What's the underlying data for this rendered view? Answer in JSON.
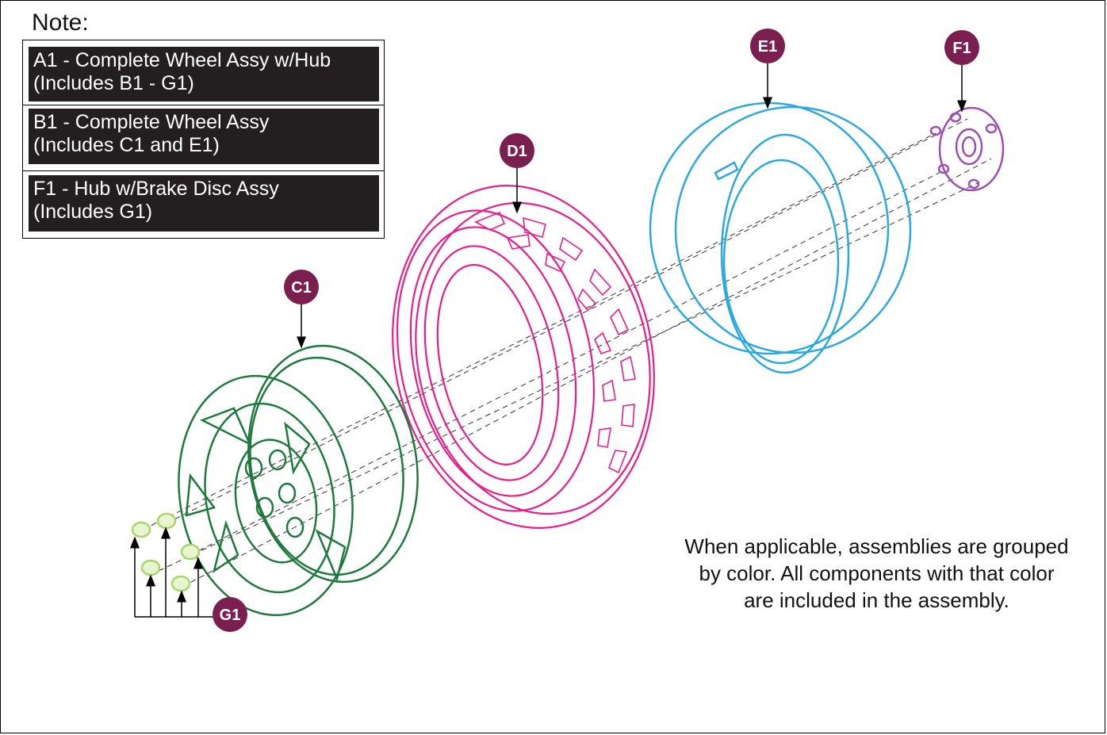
{
  "note": {
    "title": "Note:",
    "rows": [
      {
        "line1": "A1 - Complete Wheel Assy w/Hub",
        "line2": "(Includes B1 - G1)"
      },
      {
        "line1": "B1 - Complete Wheel Assy",
        "line2": "(Includes C1 and E1)"
      },
      {
        "line1": "F1 - Hub w/Brake Disc Assy",
        "line2": "(Includes G1)"
      }
    ]
  },
  "callouts": {
    "c1": "C1",
    "d1": "D1",
    "e1": "E1",
    "f1": "F1",
    "g1": "G1"
  },
  "caption": {
    "line1": "When applicable, assemblies are grouped",
    "line2": "by color.  All components with that color",
    "line3": "are included in the assembly."
  },
  "colors": {
    "callout": "#7a1f50",
    "rim": "#1e7a3c",
    "tire": "#e61e8c",
    "tube": "#2aa9e0",
    "hub": "#9b4fb0",
    "lugnut": "#a6d96a",
    "note_bg": "#231f20"
  }
}
